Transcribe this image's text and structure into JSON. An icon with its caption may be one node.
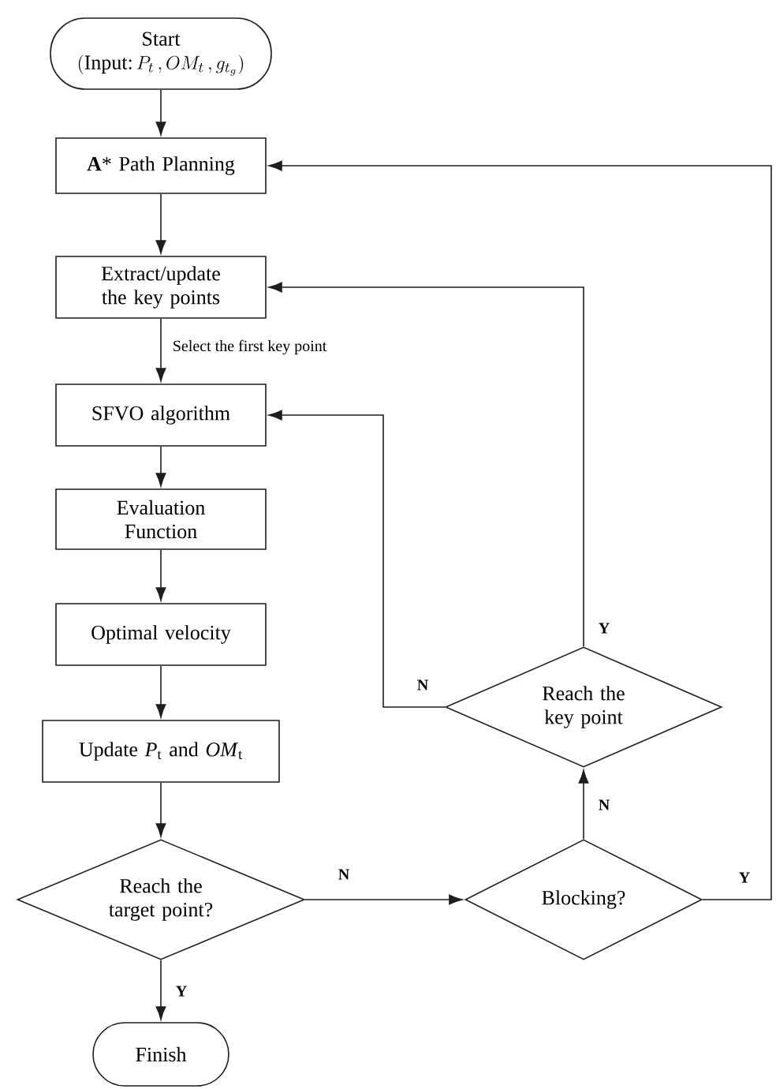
{
  "diagram": {
    "nodes": [
      {
        "text": [
          "Start",
          "(\\text{Input:}\\,P_t\\,,OM_t\\,,g_{t_g})"
        ]
      },
      {
        "text": [
          "**A*** Path Planning"
        ]
      },
      {
        "text": [
          "Extract/update the key points"
        ]
      },
      {
        "text": [
          "SFVO algorithm"
        ]
      },
      {
        "text": [
          "Evaluation Function"
        ]
      },
      {
        "text": [
          "Optimal velocity"
        ]
      },
      {
        "text": [
          "Update *P*$_{t}$ and *OM*$_{t}$"
        ]
      },
      {
        "text": [
          "Reach the target point?"
        ]
      },
      {
        "text": [
          "Blocking?"
        ]
      },
      {
        "text": [
          "Reach the key point"
        ]
      },
      {
        "text": [
          "Finish"
        ]
      }
    ],
    "edges": [
      {
        "from": 0,
        "to": 1,
        "arrow": "to"
      },
      {
        "from": 1,
        "to": 2,
        "arrow": "to"
      },
      {
        "from": 2,
        "to": 3,
        "arrow": "to",
        "label": "Select the first key point"
      },
      {
        "from": 3,
        "to": 4,
        "arrow": "to"
      },
      {
        "from": 4,
        "to": 5,
        "arrow": "to"
      },
      {
        "from": 5,
        "to": 6,
        "arrow": "to"
      },
      {
        "from": 6,
        "to": 7,
        "arrow": "to"
      },
      {
        "from": 7,
        "to": 10,
        "arrow": "to",
        "label": "Y"
      },
      {
        "from": 7,
        "to": 8,
        "arrow": "to",
        "label": "N"
      },
      {
        "from": 8,
        "to": 9,
        "arrow": "to",
        "label": "N"
      },
      {
        "from": 9,
        "to": 2,
        "arrow": "to",
        "label": "Y"
      },
      {
        "from": 9,
        "to": 3,
        "arrow": "to",
        "label": "N"
      },
      {
        "from": 8,
        "to": 1,
        "arrow": "to",
        "label": "Y"
      }
    ]
  }
}
